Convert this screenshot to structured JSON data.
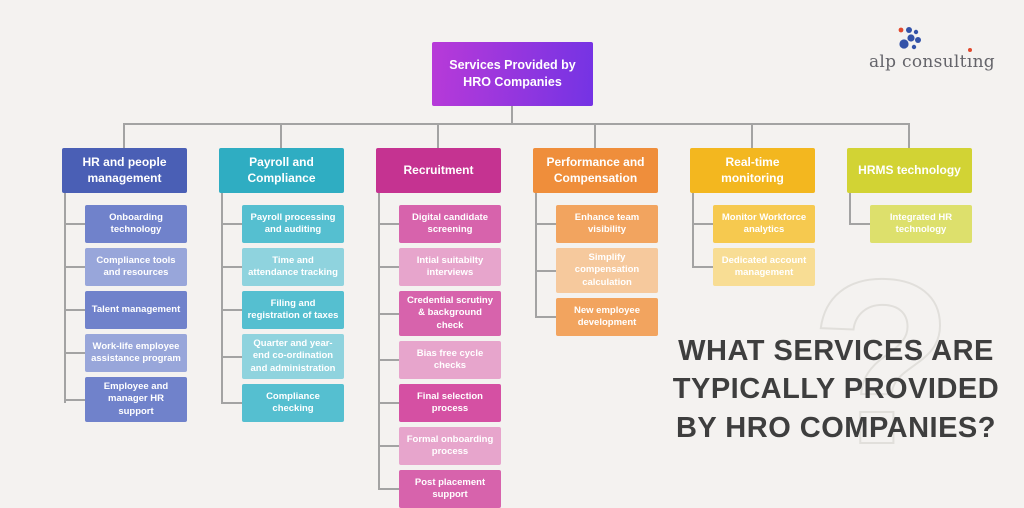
{
  "background": "#f4f2f0",
  "connector_color": "#a3a3a3",
  "root": {
    "label": "Services Provided by HRO Companies",
    "gradient_left": "#b83ad8",
    "gradient_right": "#7433e4"
  },
  "columns": [
    {
      "id": "hr-people-management",
      "label": "HR and people management",
      "header_color": "#4a5fb5",
      "items": [
        {
          "label": "Onboarding technology",
          "color": "#7082cb"
        },
        {
          "label": "Compliance tools and resources",
          "color": "#98a6da"
        },
        {
          "label": "Talent management",
          "color": "#7082cb"
        },
        {
          "label": "Work-life employee assistance program",
          "color": "#98a6da"
        },
        {
          "label": "Employee and manager HR support",
          "color": "#7082cb"
        }
      ]
    },
    {
      "id": "payroll-and-compliance",
      "label": "Payroll and Compliance",
      "header_color": "#2fadc2",
      "items": [
        {
          "label": "Payroll processing and auditing",
          "color": "#55bfd0"
        },
        {
          "label": "Time and attendance tracking",
          "color": "#8fd3de"
        },
        {
          "label": "Filing and registration of taxes",
          "color": "#55bfd0"
        },
        {
          "label": "Quarter and year-end co-ordination and administration",
          "color": "#8fd3de"
        },
        {
          "label": "Compliance checking",
          "color": "#55bfd0"
        }
      ]
    },
    {
      "id": "recruitment",
      "label": "Recruitment",
      "header_color": "#c53391",
      "items": [
        {
          "label": "Digital candidate screening",
          "color": "#d763ac"
        },
        {
          "label": "Intial suitabilty interviews",
          "color": "#e7a5cc"
        },
        {
          "label": "Credential scrutiny & background check",
          "color": "#d763ac"
        },
        {
          "label": "Bias free cycle checks",
          "color": "#e7a5cc"
        },
        {
          "label": "Final selection process",
          "color": "#d550a3"
        },
        {
          "label": "Formal onboarding process",
          "color": "#e7a5cc"
        },
        {
          "label": "Post placement support",
          "color": "#d763ac"
        }
      ]
    },
    {
      "id": "performance-and-compensation",
      "label": "Performance and Compensation",
      "header_color": "#ef8e3b",
      "items": [
        {
          "label": "Enhance team visibility",
          "color": "#f2a45f"
        },
        {
          "label": "Simplify compensation calculation",
          "color": "#f6c99d"
        },
        {
          "label": "New employee development",
          "color": "#f2a45f"
        }
      ]
    },
    {
      "id": "real-time-monitoring",
      "label": "Real-time monitoring",
      "header_color": "#f3b71f",
      "items": [
        {
          "label": "Monitor Workforce analytics",
          "color": "#f6c94f"
        },
        {
          "label": "Dedicated account management",
          "color": "#f8dd94"
        }
      ]
    },
    {
      "id": "hrms-technology",
      "label": "HRMS technology",
      "header_color": "#d2d334",
      "items": [
        {
          "label": "Integrated HR technology",
          "color": "#dde06c"
        }
      ]
    }
  ],
  "question": {
    "text": "WHAT SERVICES ARE TYPICALLY PROVIDED BY HRO COMPANIES?",
    "watermark": "?"
  },
  "logo": {
    "prefix": "alp consult",
    "dotless_i": "ı",
    "suffix": "ng",
    "icon_blue": "#3352a8",
    "icon_red": "#e2492e"
  }
}
